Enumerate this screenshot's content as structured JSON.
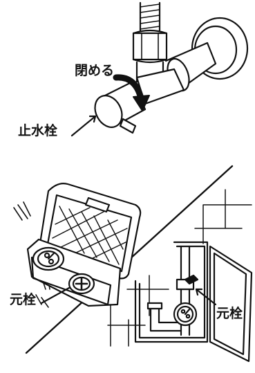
{
  "labels": {
    "close": "閉める",
    "stop_valve": "止水栓",
    "main_valve_left": "元栓",
    "main_valve_right": "元栓"
  }
}
